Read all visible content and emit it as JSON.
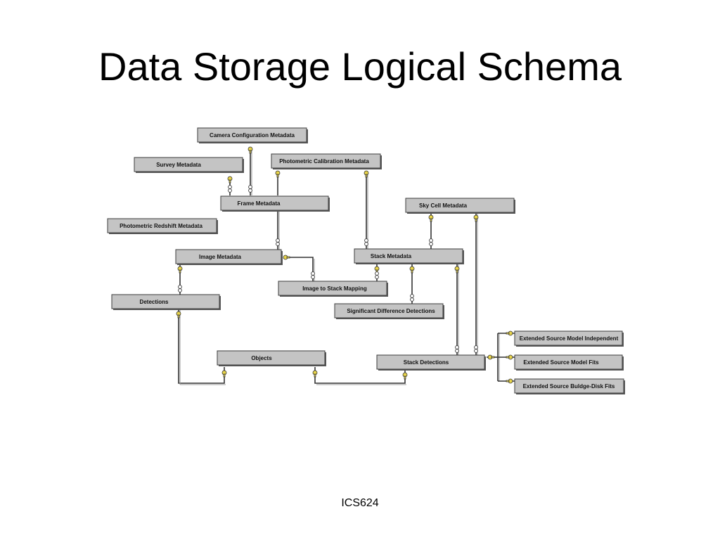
{
  "title": "Data Storage Logical Schema",
  "footer": "ICS624",
  "tables": {
    "camera_config": "Camera Configuration Metadata",
    "survey": "Survey  Metadata",
    "photometric_calibration": "Photometric Calibration  Metadata",
    "frame": "Frame  Metadata",
    "sky_cell": "Sky Cell Metadata",
    "photometric_redshift": "Photometric Redshift Metadata",
    "image": "Image Metadata",
    "stack": "Stack Metadata",
    "image_to_stack": "Image to Stack Mapping",
    "detections": "Detections",
    "significant_difference": "Significant Difference Detections",
    "objects": "Objects",
    "stack_detections": "Stack Detections",
    "ext_model_independent": "Extended Source Model Independent",
    "ext_model_fits": "Extended Source Model Fits",
    "ext_bulge_disk_fits": "Extended Source Buldge-Disk Fits"
  },
  "colors": {
    "table_fill": "#c4c4c4",
    "connector": "#333333",
    "key": "#e8d44a"
  }
}
